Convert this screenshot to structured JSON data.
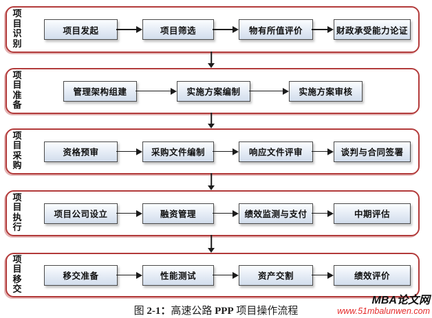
{
  "colors": {
    "stage_border": "#b23a3a",
    "stage_shadow": "#e4b6b6",
    "box_border": "#4a4a4a",
    "arrow": "#1c1c1c",
    "wm_red": "#e42b2b"
  },
  "stages": [
    {
      "label": "项目识别",
      "boxes": [
        "项目发起",
        "项目筛选",
        "物有所值评价",
        "财政承受能力论证"
      ]
    },
    {
      "label": "项目准备",
      "boxes": [
        "管理架构组建",
        "实施方案编制",
        "实施方案审核"
      ]
    },
    {
      "label": "项目采购",
      "boxes": [
        "资格预审",
        "采购文件编制",
        "响应文件评审",
        "谈判与合同签署"
      ]
    },
    {
      "label": "项目执行",
      "boxes": [
        "项目公司设立",
        "融资管理",
        "绩效监测与支付",
        "中期评估"
      ]
    },
    {
      "label": "项目移交",
      "boxes": [
        "移交准备",
        "性能测试",
        "资产交割",
        "绩效评价"
      ]
    }
  ],
  "figure": {
    "caption": {
      "part1": "图 ",
      "part2": "2-1：",
      "part3": "高速公路 ",
      "part4": "PPP",
      "part5": " 项目操作流程"
    },
    "watermark": {
      "brand": "MBA论文网",
      "url": "www.51mbalunwen.com"
    }
  }
}
